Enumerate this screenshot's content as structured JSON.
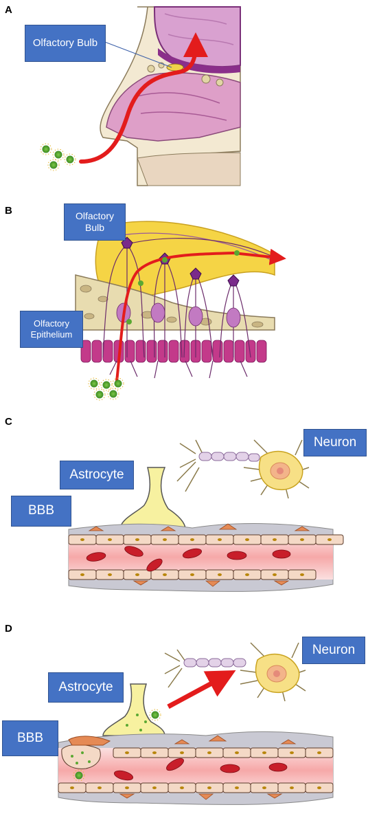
{
  "panels": [
    {
      "letter": "A",
      "labels": {
        "olfactory_bulb": "Olfactory Bulb"
      }
    },
    {
      "letter": "B",
      "labels": {
        "olfactory_bulb": "Olfactory Bulb",
        "olfactory_epithelium": "Olfactory Epithelium"
      }
    },
    {
      "letter": "C",
      "labels": {
        "neuron": "Neuron",
        "astrocyte": "Astrocyte",
        "bbb": "BBB"
      }
    },
    {
      "letter": "D",
      "labels": {
        "neuron": "Neuron",
        "astrocyte": "Astrocyte",
        "bbb": "BBB"
      }
    }
  ],
  "colors": {
    "label_bg": "#4472c4",
    "arrow": "#e31c1c",
    "nanoparticle": "#5aa832",
    "brain": "#d9a1d0",
    "bulb_yellow": "#f5d445",
    "vessel_red": "#c81e2a",
    "endothelium": "#f4d9c6",
    "pericyte": "#e58a55"
  }
}
